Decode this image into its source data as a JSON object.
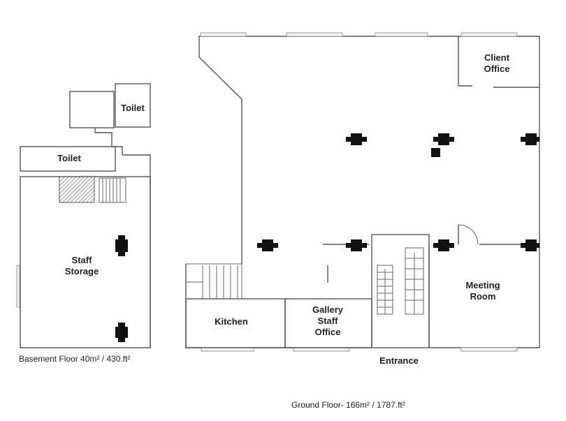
{
  "rooms": {
    "basement_toilet_top": "Toilet",
    "basement_toilet_left": "Toilet",
    "staff_storage_line1": "Staff",
    "staff_storage_line2": "Storage",
    "client_office_line1": "Client",
    "client_office_line2": "Office",
    "meeting_room_line1": "Meeting",
    "meeting_room_line2": "Room",
    "kitchen": "Kitchen",
    "gallery_line1": "Gallery",
    "gallery_line2": "Staff",
    "gallery_line3": "Office",
    "entrance": "Entrance"
  },
  "captions": {
    "basement": "Basement Floor 40m² /  430.ft²",
    "ground": "Ground Floor- 166m² / 1787.ft²"
  },
  "colors": {
    "wall": "#555555",
    "column": "#111111",
    "window": "#9a9a9a"
  }
}
